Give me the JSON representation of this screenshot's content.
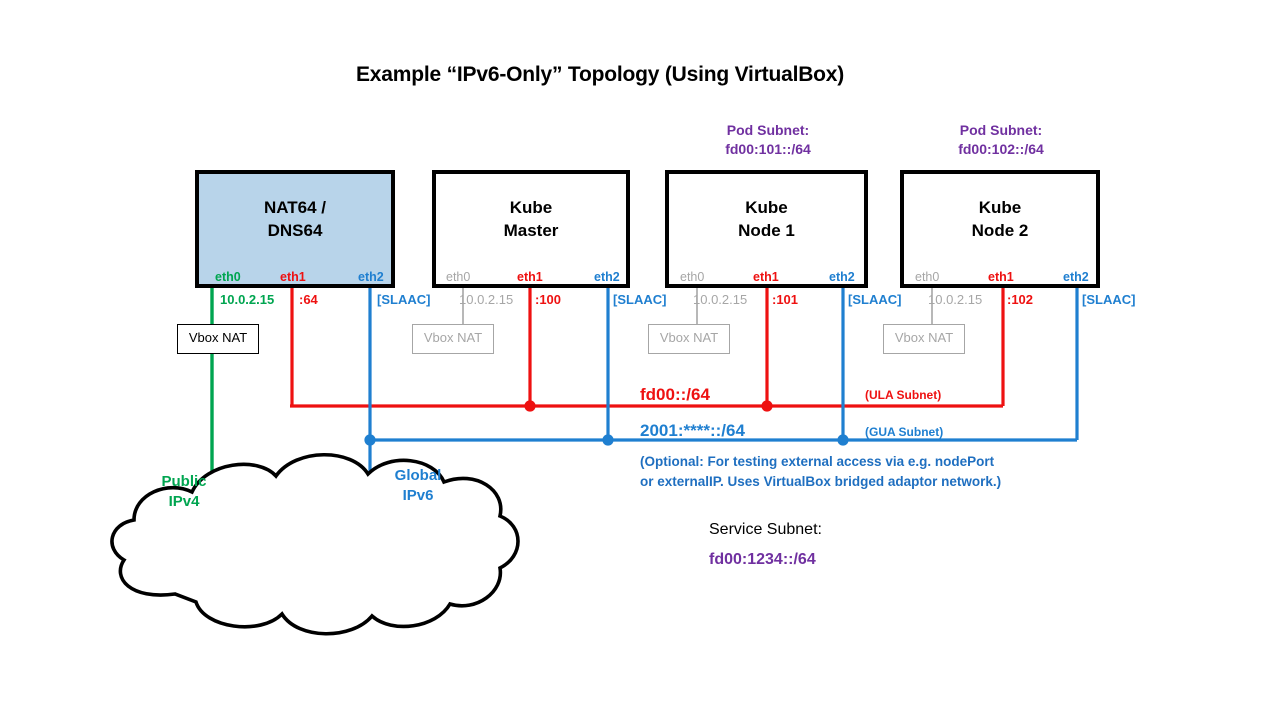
{
  "title": "Example “IPv6-Only” Topology (Using VirtualBox)",
  "colors": {
    "ipv4_green": "#00a550",
    "ula_red": "#ee1111",
    "gua_blue": "#1f7fd0",
    "subnet_purple": "#7030a0",
    "dim_gray": "#a6a6a6",
    "nat64_fill": "#b8d4ea",
    "outline_black": "#000000"
  },
  "nodes": [
    {
      "id": "nat64",
      "title_line1": "NAT64 /",
      "title_line2": "DNS64",
      "highlighted": true,
      "vbox_nat_label": "Vbox NAT",
      "vbox_nat_dim": false,
      "interfaces": [
        {
          "name": "eth0",
          "value": "10.0.2.15",
          "color": "ipv4_green",
          "dim": false
        },
        {
          "name": "eth1",
          "value": ":64",
          "color": "ula_red",
          "dim": false
        },
        {
          "name": "eth2",
          "value": "[SLAAC]",
          "color": "gua_blue",
          "dim": false
        }
      ],
      "pod_subnet": null
    },
    {
      "id": "kube-master",
      "title_line1": "Kube",
      "title_line2": "Master",
      "highlighted": false,
      "vbox_nat_label": "Vbox NAT",
      "vbox_nat_dim": true,
      "interfaces": [
        {
          "name": "eth0",
          "value": "10.0.2.15",
          "color": "dim_gray",
          "dim": true
        },
        {
          "name": "eth1",
          "value": ":100",
          "color": "ula_red",
          "dim": false
        },
        {
          "name": "eth2",
          "value": "[SLAAC]",
          "color": "gua_blue",
          "dim": false
        }
      ],
      "pod_subnet": null
    },
    {
      "id": "kube-node-1",
      "title_line1": "Kube",
      "title_line2": "Node 1",
      "highlighted": false,
      "vbox_nat_label": "Vbox NAT",
      "vbox_nat_dim": true,
      "interfaces": [
        {
          "name": "eth0",
          "value": "10.0.2.15",
          "color": "dim_gray",
          "dim": true
        },
        {
          "name": "eth1",
          "value": ":101",
          "color": "ula_red",
          "dim": false
        },
        {
          "name": "eth2",
          "value": "[SLAAC]",
          "color": "gua_blue",
          "dim": false
        }
      ],
      "pod_subnet": {
        "head": "Pod Subnet:",
        "value": "fd00:101::/64"
      }
    },
    {
      "id": "kube-node-2",
      "title_line1": "Kube",
      "title_line2": "Node 2",
      "highlighted": false,
      "vbox_nat_label": "Vbox NAT",
      "vbox_nat_dim": true,
      "interfaces": [
        {
          "name": "eth0",
          "value": "10.0.2.15",
          "color": "dim_gray",
          "dim": true
        },
        {
          "name": "eth1",
          "value": ":102",
          "color": "ula_red",
          "dim": false
        },
        {
          "name": "eth2",
          "value": "[SLAAC]",
          "color": "gua_blue",
          "dim": false
        }
      ],
      "pod_subnet": {
        "head": "Pod Subnet:",
        "value": "fd00:102::/64"
      }
    }
  ],
  "buses": {
    "ula": {
      "label": "fd00::/64",
      "note": "(ULA Subnet)",
      "color": "ula_red"
    },
    "gua": {
      "label": "2001:****::/64",
      "note": "(GUA Subnet)",
      "color": "gua_blue"
    }
  },
  "optional_note": {
    "line1": "(Optional: For testing external access via e.g. nodePort",
    "line2": "or externalIP. Uses VirtualBox bridged adaptor network.)"
  },
  "service_subnet": {
    "head": "Service Subnet:",
    "value": "fd00:1234::/64"
  },
  "endpoints": [
    {
      "id": "public-ipv4",
      "line1": "Public",
      "line2": "IPv4",
      "color": "ipv4_green"
    },
    {
      "id": "global-ipv6",
      "line1": "Global",
      "line2": "IPv6",
      "color": "gua_blue"
    }
  ],
  "internet_cloud": {
    "name": "internet-cloud"
  }
}
